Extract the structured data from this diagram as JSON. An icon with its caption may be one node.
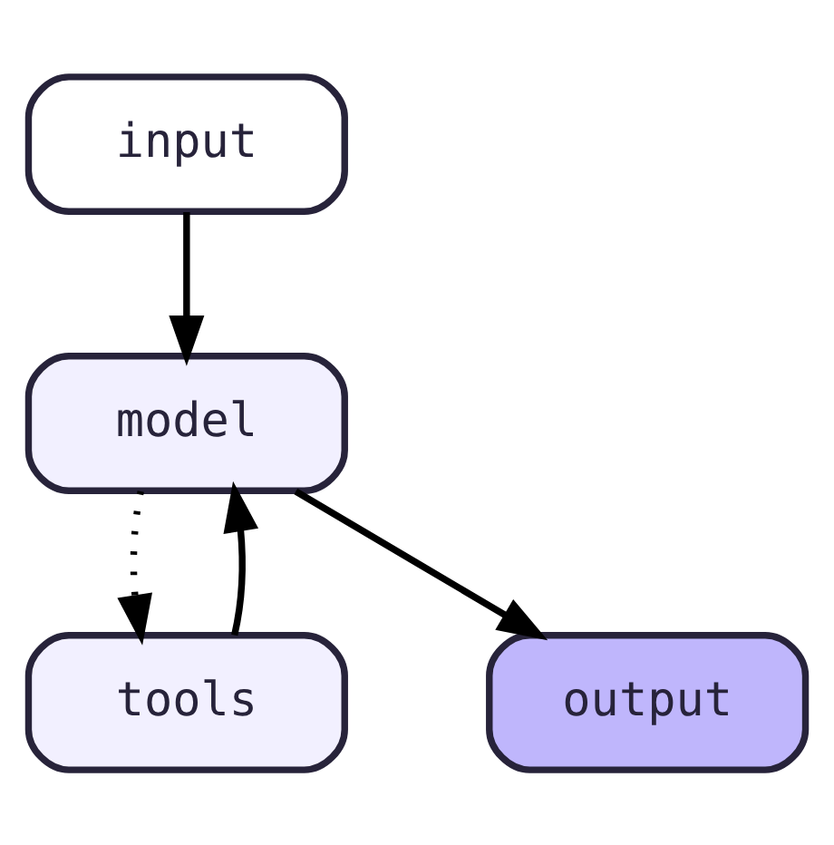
{
  "diagram": {
    "nodes": [
      {
        "text": [
          "input"
        ]
      },
      {
        "text": [
          "model"
        ]
      },
      {
        "text": [
          "tools"
        ]
      },
      {
        "text": [
          "output"
        ]
      }
    ],
    "edges": [
      {
        "from": 0,
        "to": 1,
        "arrow": "to"
      },
      {
        "from": 1,
        "to": 2,
        "arrow": "to",
        "style": "dashed"
      },
      {
        "from": 2,
        "to": 1,
        "arrow": "to"
      },
      {
        "from": 1,
        "to": 3,
        "arrow": "to"
      }
    ]
  }
}
